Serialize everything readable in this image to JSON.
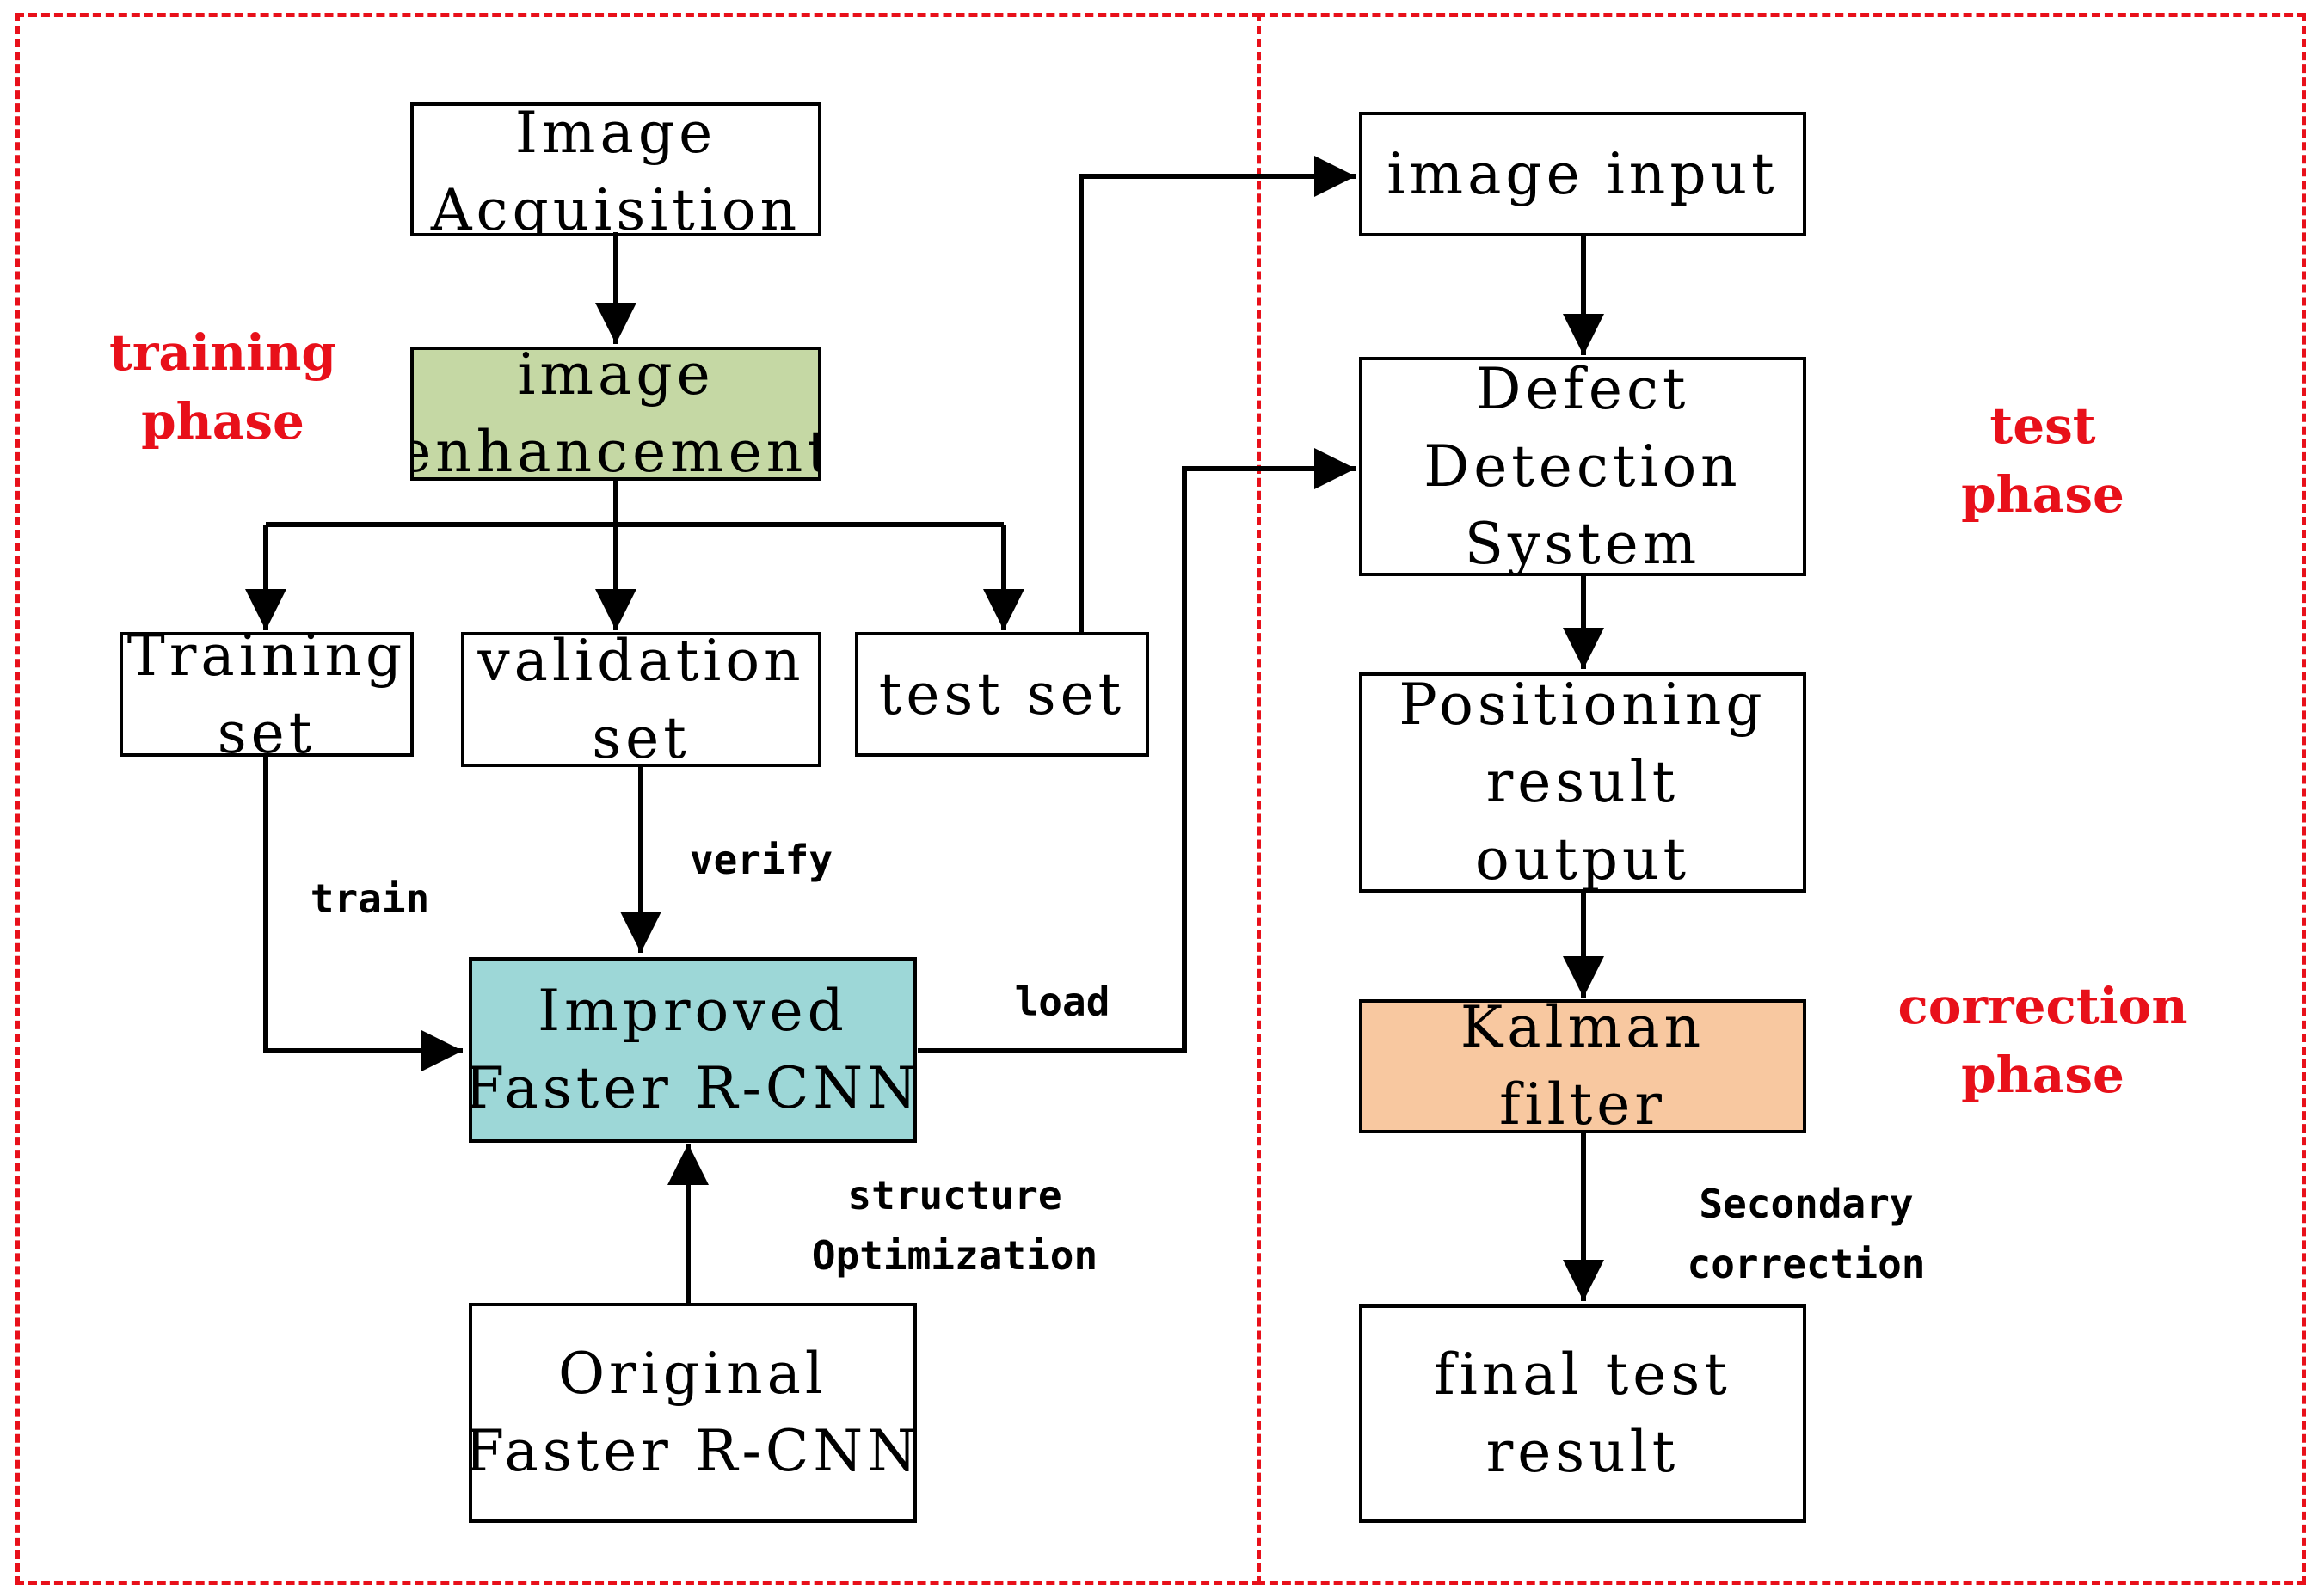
{
  "phases": {
    "training": [
      "training",
      "phase"
    ],
    "test": [
      "test",
      "phase"
    ],
    "correction": [
      "correction",
      "phase"
    ]
  },
  "nodes": {
    "image_acquisition": [
      "Image",
      "Acquisition"
    ],
    "image_enhancement": [
      "image",
      "enhancement"
    ],
    "training_set": [
      "Training",
      "set"
    ],
    "validation_set": [
      "validation",
      "set"
    ],
    "test_set": [
      "test set"
    ],
    "improved_faster_rcnn": [
      "Improved",
      "Faster R-CNN"
    ],
    "original_faster_rcnn": [
      "Original",
      "Faster R-CNN"
    ],
    "image_input": [
      "image input"
    ],
    "defect_detection_system": [
      "Defect",
      "Detection",
      "System"
    ],
    "positioning_result_output": [
      "Positioning",
      "result",
      "output"
    ],
    "kalman_filter": [
      "Kalman",
      "filter"
    ],
    "final_test_result": [
      "final test",
      "result"
    ]
  },
  "edges": {
    "train": [
      "train"
    ],
    "verify": [
      "verify"
    ],
    "load": [
      "load"
    ],
    "structure_optimization": [
      "structure",
      "Optimization"
    ],
    "secondary_correction": [
      "Secondary",
      "correction"
    ]
  },
  "colors": {
    "region_border": "#e8101a",
    "phase_text": "#e8101a",
    "enhancement_fill": "#c5d8a4",
    "improved_fill": "#9dd7d7",
    "kalman_fill": "#f8c8a0",
    "stroke": "#000000"
  }
}
